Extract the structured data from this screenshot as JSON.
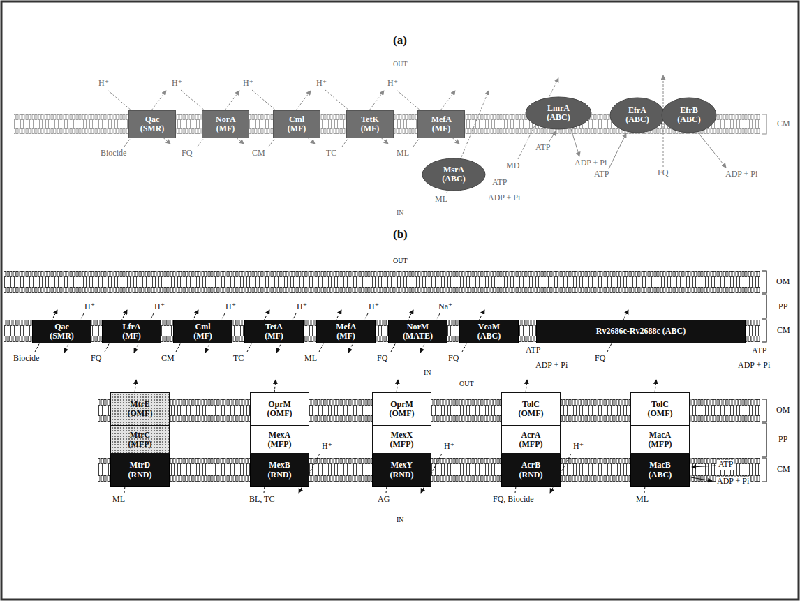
{
  "diagram": {
    "nodes": [
      {
        "text": [
          "Qac (SMR)"
        ]
      },
      {
        "text": [
          "NorA (MF)"
        ]
      },
      {
        "text": [
          "Cml (MF)"
        ]
      },
      {
        "text": [
          "TetK (MF)"
        ]
      },
      {
        "text": [
          "MefA (MF)"
        ]
      },
      {
        "text": [
          "MsrA (ABC)"
        ]
      },
      {
        "text": [
          "LmrA (ABC)"
        ]
      },
      {
        "text": [
          "EfrA (ABC)"
        ]
      },
      {
        "text": [
          "EfrB (ABC)"
        ]
      },
      {
        "text": [
          "Qac (SMR)"
        ]
      },
      {
        "text": [
          "LfrA (MF)"
        ]
      },
      {
        "text": [
          "Cml (MF)"
        ]
      },
      {
        "text": [
          "TetA (MF)"
        ]
      },
      {
        "text": [
          "MefA (MF)"
        ]
      },
      {
        "text": [
          "NorM (MATE)"
        ]
      },
      {
        "text": [
          "VcaM (ABC)"
        ]
      },
      {
        "text": [
          "Rv2686c-Rv2688c (ABC)"
        ]
      },
      {
        "text": [
          "MtrE (OMF)"
        ]
      },
      {
        "text": [
          "OprM (OMF)"
        ]
      },
      {
        "text": [
          "OprM (OMF)"
        ]
      },
      {
        "text": [
          "TolC (OMF)"
        ]
      },
      {
        "text": [
          "TolC (OMF)"
        ]
      },
      {
        "text": [
          "MtrC (MFP)"
        ]
      },
      {
        "text": [
          "MexA (MFP)"
        ]
      },
      {
        "text": [
          "MexX (MFP)"
        ]
      },
      {
        "text": [
          "AcrA (MFP)"
        ]
      },
      {
        "text": [
          "MacA (MFP)"
        ]
      },
      {
        "text": [
          "MtrD (RND)"
        ]
      },
      {
        "text": [
          "MexB (RND)"
        ]
      },
      {
        "text": [
          "MexY (RND)"
        ]
      },
      {
        "text": [
          "AcrB (RND)"
        ]
      },
      {
        "text": [
          "MacB (ABC)"
        ]
      }
    ],
    "labels": [
      "(a)",
      "OUT",
      "H⁺",
      "H⁺",
      "H⁺",
      "H⁺",
      "H⁺",
      "Biocide",
      "FQ",
      "CM",
      "TC",
      "ML",
      "ML",
      "ATP",
      "ADP + Pi",
      "MD",
      "ATP",
      "ADP + Pi",
      "FQ",
      "ATP",
      "ADP + Pi",
      "IN",
      "CM",
      "(b)",
      "OUT",
      "OM",
      "PP",
      "H⁺",
      "H⁺",
      "H⁺",
      "H⁺",
      "H⁺",
      "Na⁺",
      "CM",
      "Biocide",
      "FQ",
      "CM",
      "TC",
      "ML",
      "FQ",
      "IN",
      "FQ",
      "ATP",
      "ADP + Pi",
      "FQ",
      "ATP",
      "ADP + Pi",
      "OUT",
      "OM",
      "PP",
      "CM",
      "H⁺",
      "H⁺",
      "H⁺",
      "ML",
      "BL, TC",
      "AG",
      "FQ, Biocide",
      "ML",
      "ATP",
      "ADP + Pi",
      "IN"
    ]
  }
}
